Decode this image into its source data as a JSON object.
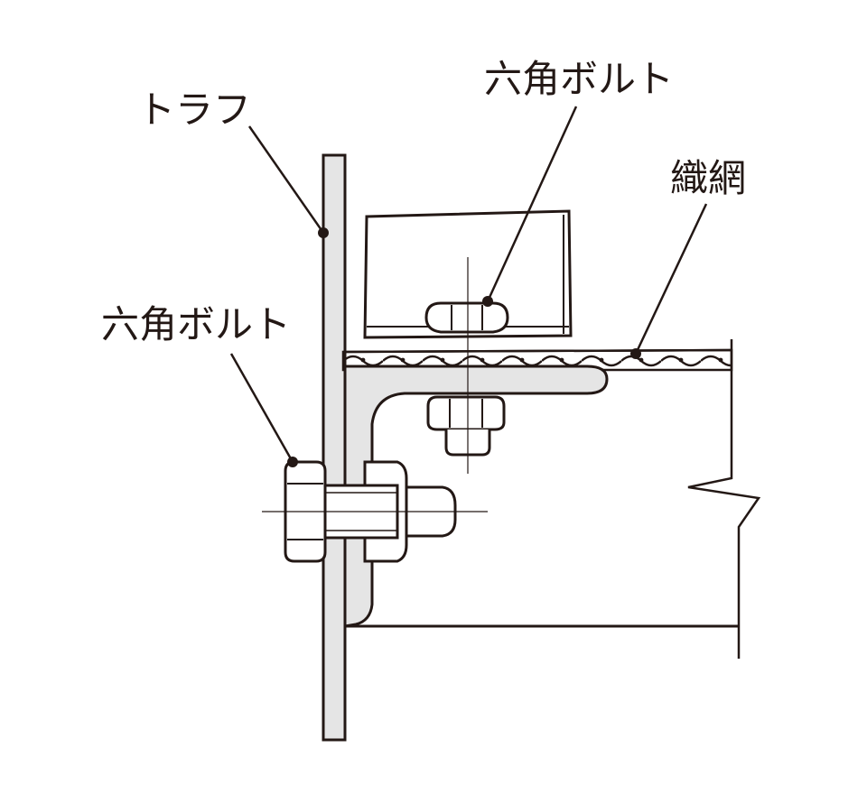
{
  "labels": {
    "trough": "トラフ",
    "hex_bolt_top": "六角ボルト",
    "hex_bolt_side": "六角ボルト",
    "woven_mesh": "織網"
  },
  "colors": {
    "line": "#231815",
    "fill": "#e5e5e5",
    "background": "#ffffff"
  }
}
